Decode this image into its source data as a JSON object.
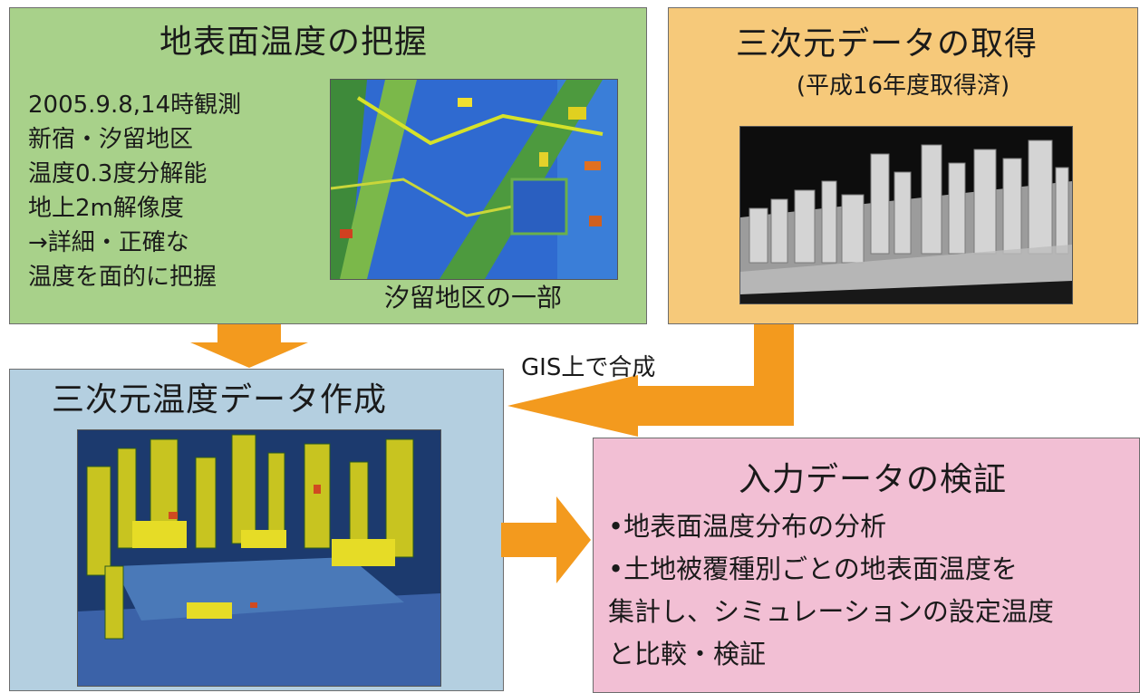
{
  "ground_temp": {
    "title": "地表面温度の把握",
    "info_lines": [
      "2005.9.8,14時観測",
      "新宿・汐留地区",
      "温度0.3度分解能",
      "地上2m解像度",
      "→詳細・正確な",
      "温度を面的に把握"
    ],
    "photo_caption": "汐留地区の一部"
  },
  "data_3d": {
    "title": "三次元データの取得",
    "subtitle": "(平成16年度取得済)"
  },
  "temp_3d": {
    "title": "三次元温度データ作成"
  },
  "composite_label": "GIS上で合成",
  "verify": {
    "title": "入力データの検証",
    "lines": [
      "•地表面温度分布の分析",
      "•土地被覆種別ごとの地表面温度を",
      "集計し、シミュレーションの設定温度",
      "と比較・検証"
    ]
  },
  "colors": {
    "green_panel": "#a8d18a",
    "orange_panel": "#f6c97a",
    "blue_panel": "#b4cfe0",
    "pink_panel": "#f2bfd4",
    "arrow": "#f39a1e"
  }
}
